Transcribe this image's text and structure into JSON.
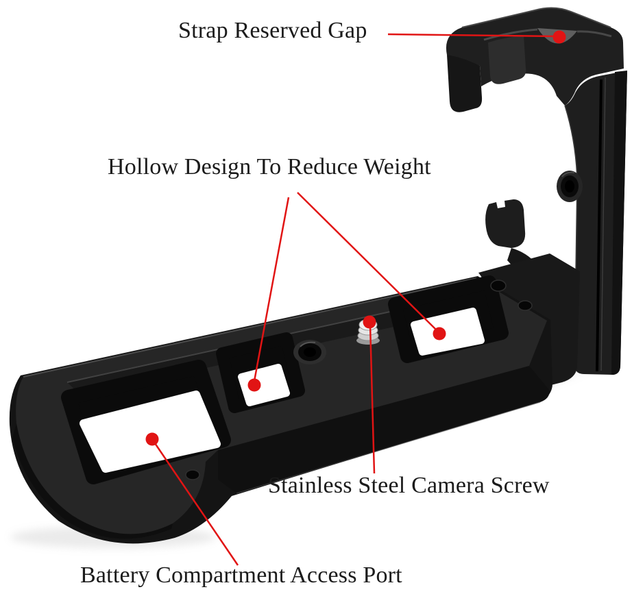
{
  "annotations": {
    "strap_gap": {
      "label": "Strap Reserved Gap"
    },
    "hollow_design": {
      "label": "Hollow Design To Reduce Weight"
    },
    "camera_screw": {
      "label": "Stainless Steel Camera Screw"
    },
    "battery_port": {
      "label": "Battery Compartment Access Port"
    }
  },
  "colors": {
    "annotation_red": "#e11414",
    "bracket_black": "#1e1e1e",
    "background_white": "#ffffff",
    "screw_silver": "#e8e8e8",
    "strap_gap_recess_gray": "#5f5f5f"
  }
}
